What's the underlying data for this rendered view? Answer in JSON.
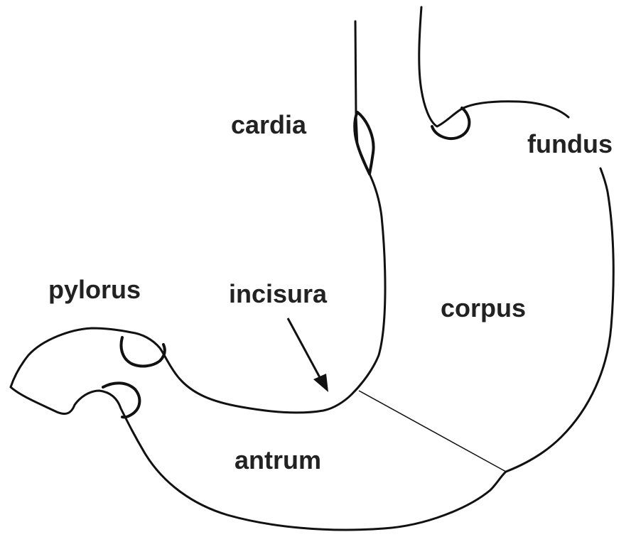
{
  "labels": {
    "cardia": "cardia",
    "fundus": "fundus",
    "pylorus": "pylorus",
    "incisura": "incisura",
    "corpus": "corpus",
    "antrum": "antrum"
  }
}
